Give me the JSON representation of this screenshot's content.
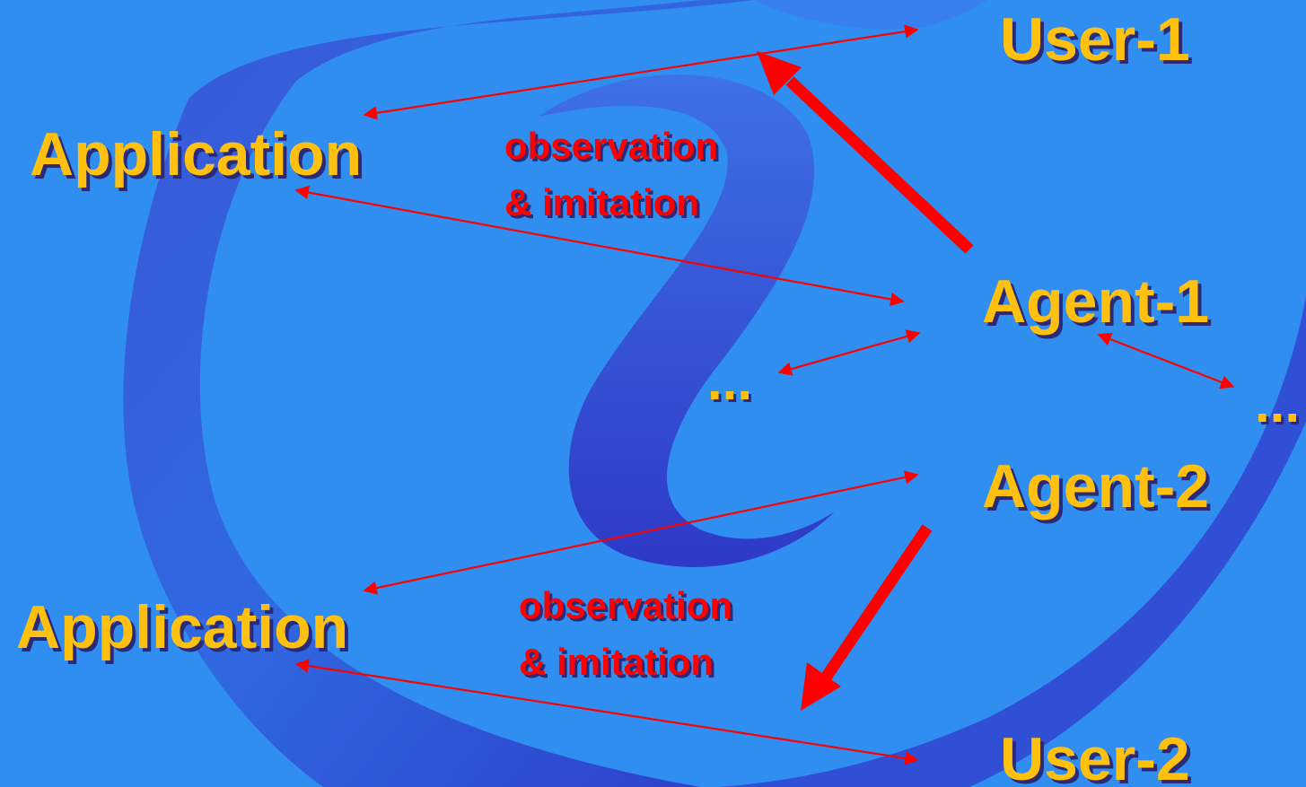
{
  "colors": {
    "background": "#2f8ef0",
    "swirl_dark": "#3238c8",
    "swirl_mid": "#3a7ef0",
    "node_text": "#ffc010",
    "node_shadow": "#2a2a78",
    "arrow": "#ff0000"
  },
  "nodes": {
    "user_1": "User-1",
    "user_2": "User-2",
    "agent_1": "Agent-1",
    "agent_2": "Agent-2",
    "application_top": "Application",
    "application_bottom": "Application",
    "ellipsis_center": "...",
    "ellipsis_right": "..."
  },
  "edge_labels": {
    "top": {
      "line1": "observation",
      "line2": "& imitation"
    },
    "bottom": {
      "line1": "observation",
      "line2": "& imitation"
    }
  }
}
